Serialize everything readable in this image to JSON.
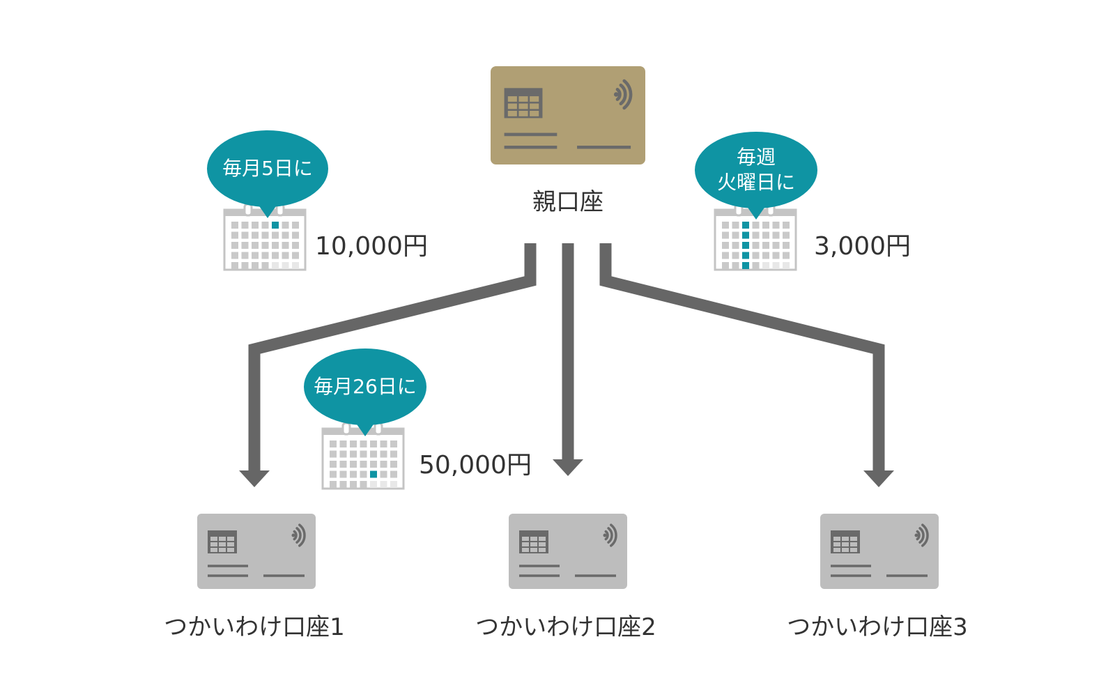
{
  "parent_account": {
    "label": "親口座"
  },
  "sub_accounts": [
    {
      "label": "つかいわけ口座1"
    },
    {
      "label": "つかいわけ口座2"
    },
    {
      "label": "つかいわけ口座3"
    }
  ],
  "transfers": [
    {
      "schedule_lines": [
        "毎月5日に"
      ],
      "amount": "10,000円"
    },
    {
      "schedule_lines": [
        "毎月26日に"
      ],
      "amount": "50,000円"
    },
    {
      "schedule_lines": [
        "毎週",
        "火曜日に"
      ],
      "amount": "3,000円"
    }
  ],
  "colors": {
    "parent_card": "#b09f74",
    "sub_card": "#bdbdbd",
    "card_detail": "#6a6a6a",
    "arrow": "#666666",
    "bubble": "#0f94a3",
    "calendar_cell": "#c9c9c9",
    "calendar_highlight": "#0f94a3",
    "text": "#333333"
  },
  "icons": [
    "credit-card-icon",
    "contactless-icon",
    "calendar-icon",
    "arrow-down-icon"
  ]
}
